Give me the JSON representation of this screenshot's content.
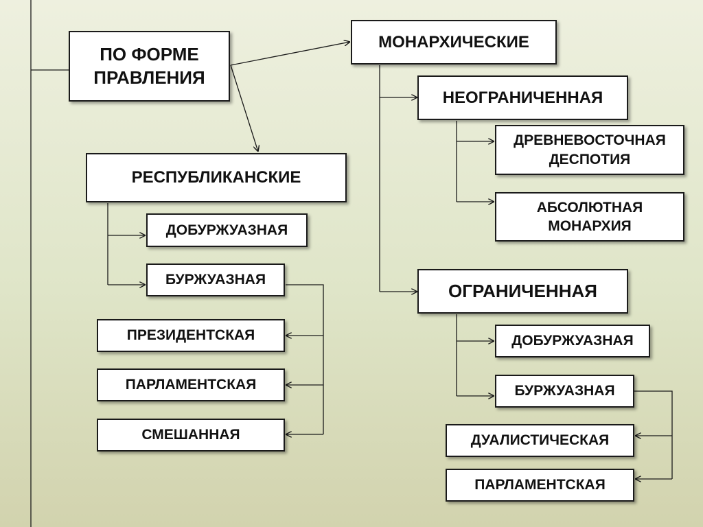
{
  "diagram": {
    "root": "ПО ФОРМЕ\nПРАВЛЕНИЯ",
    "monarchies": {
      "label": "МОНАРХИЧЕСКИЕ",
      "unlimited": {
        "label": "НЕОГРАНИЧЕННАЯ",
        "children": [
          "ДРЕВНЕВОСТОЧНАЯ\nДЕСПОТИЯ",
          "АБСОЛЮТНАЯ\nМОНАРХИЯ"
        ]
      },
      "limited": {
        "label": "ОГРАНИЧЕННАЯ",
        "children": [
          "ДОБУРЖУАЗНАЯ",
          "БУРЖУАЗНАЯ"
        ],
        "bourgeois_types": [
          "ДУАЛИСТИЧЕСКАЯ",
          "ПАРЛАМЕНТСКАЯ"
        ]
      }
    },
    "republics": {
      "label": "РЕСПУБЛИКАНСКИЕ",
      "children": [
        "ДОБУРЖУАЗНАЯ",
        "БУРЖУАЗНАЯ"
      ],
      "bourgeois_types": [
        "ПРЕЗИДЕНТСКАЯ",
        "ПАРЛАМЕНТСКАЯ",
        "СМЕШАННАЯ"
      ]
    }
  },
  "colors": {
    "background_top": "#eef0df",
    "background_bottom": "#d2d3ae",
    "box_fill": "#ffffff",
    "line": "#1a1a1a"
  }
}
